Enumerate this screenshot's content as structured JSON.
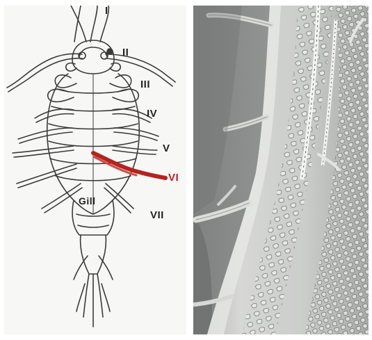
{
  "figure": {
    "left_panel": {
      "labels": {
        "l1": "I",
        "l2": "II",
        "l3": "III",
        "l4": "IV",
        "l5": "V",
        "l6": "VI",
        "l7": "VII",
        "gill": "Gill"
      },
      "highlight_color": "#b5231f"
    },
    "right_panel": {
      "kind": "scanning electron micrograph"
    }
  }
}
